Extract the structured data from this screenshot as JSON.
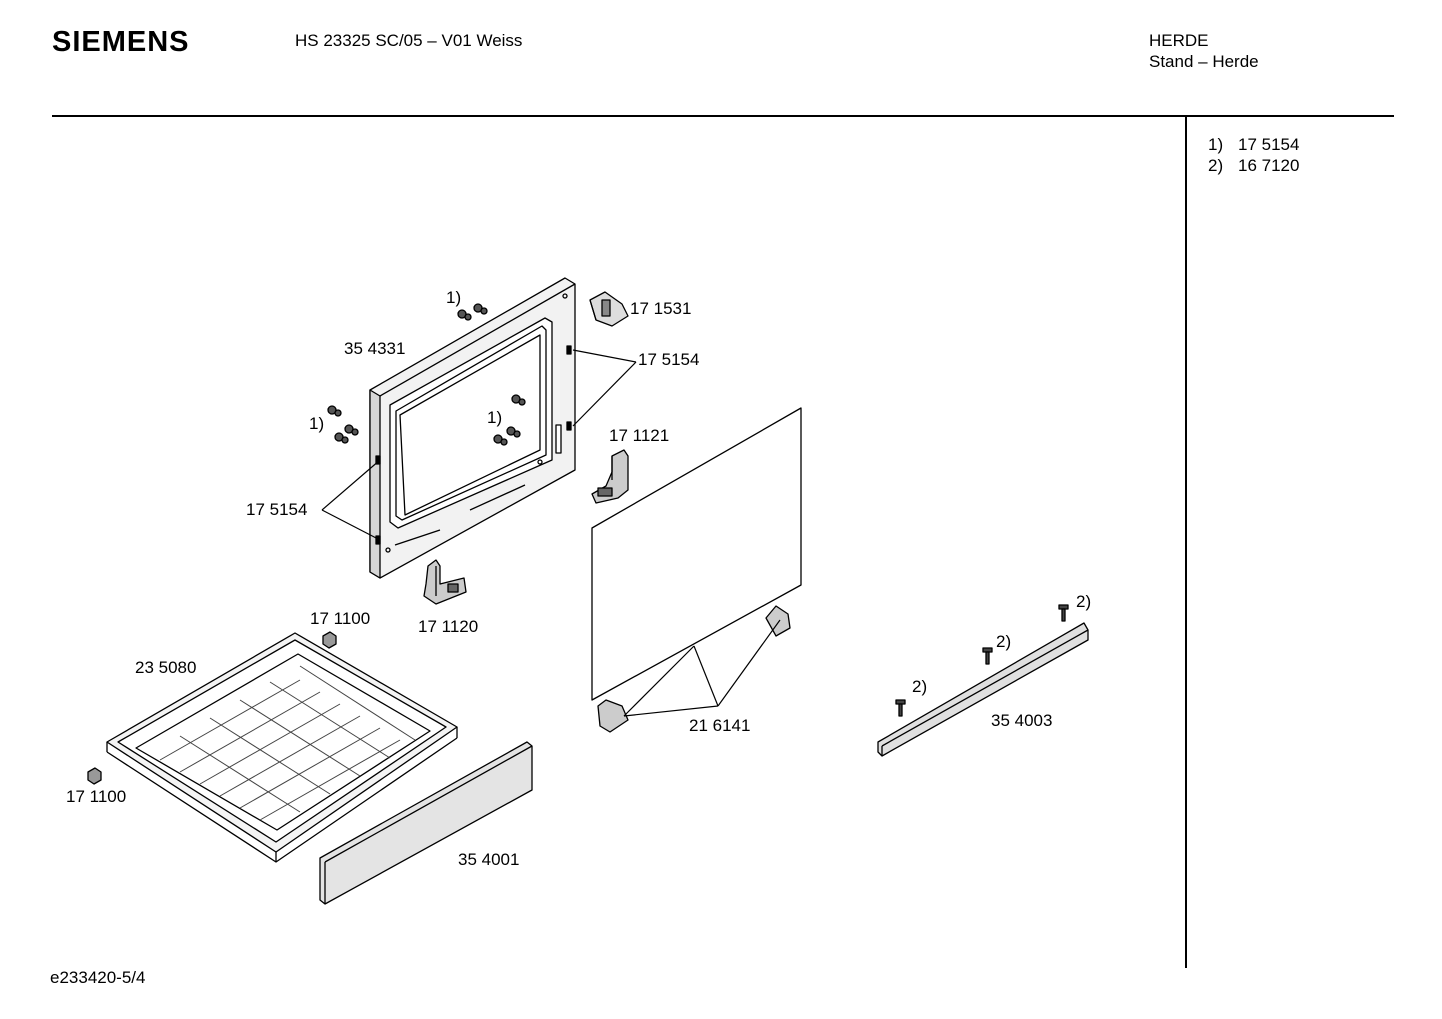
{
  "header": {
    "brand": "SIEMENS",
    "model": "HS 23325 SC/05 – V01 Weiss",
    "category": "HERDE",
    "subcategory": "Stand – Herde"
  },
  "references": [
    {
      "marker": "1)",
      "part": "17 5154"
    },
    {
      "marker": "2)",
      "part": "16 7120"
    }
  ],
  "labels": {
    "screw_1a": "1)",
    "part_171531": "17 1531",
    "part_354331": "35 4331",
    "part_175154_right": "17 5154",
    "screw_1b": "1)",
    "screw_1c": "1)",
    "part_171121": "17 1121",
    "part_175154_left": "17 5154",
    "part_171100_top": "17 1100",
    "part_171120": "17 1120",
    "part_235080": "23 5080",
    "part_216141": "21 6141",
    "part_354003": "35 4003",
    "screw_2a": "2)",
    "screw_2b": "2)",
    "screw_2c": "2)",
    "part_171100_bottom": "17 1100",
    "part_354001": "35 4001"
  },
  "footer": {
    "doc_id": "e233420-5/4"
  }
}
